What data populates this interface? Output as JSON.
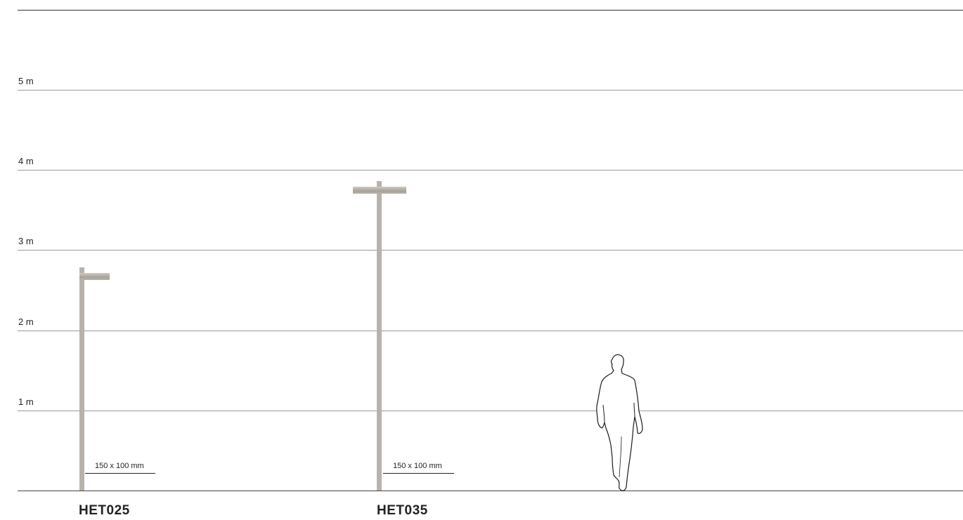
{
  "scale": {
    "unit": "m",
    "marks": [
      {
        "value": 5,
        "label": "5 m"
      },
      {
        "value": 4,
        "label": "4 m"
      },
      {
        "value": 3,
        "label": "3 m"
      },
      {
        "value": 2,
        "label": "2 m"
      },
      {
        "value": 1,
        "label": "1 m"
      }
    ]
  },
  "products": [
    {
      "name": "HET025",
      "section": "150 x 100 mm"
    },
    {
      "name": "HET035",
      "section": "150 x 100 mm"
    }
  ],
  "colors": {
    "pole": "#b8b2ab",
    "gridline": "#9a9a9a",
    "text": "#222222"
  },
  "icons": {
    "person": "human-figure-silhouette"
  }
}
